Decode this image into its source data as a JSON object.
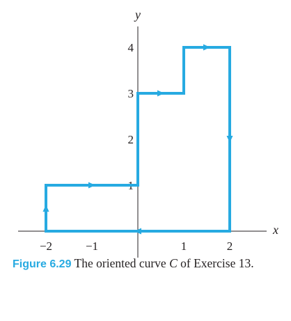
{
  "figure": {
    "axes": {
      "x_label": "x",
      "y_label": "y",
      "x_ticks": [
        {
          "value": -2,
          "label": "−2"
        },
        {
          "value": -1,
          "label": "−1"
        },
        {
          "value": 1,
          "label": "1"
        },
        {
          "value": 2,
          "label": "2"
        }
      ],
      "y_ticks": [
        {
          "value": 1,
          "label": "1"
        },
        {
          "value": 2,
          "label": "2"
        },
        {
          "value": 3,
          "label": "3"
        },
        {
          "value": 4,
          "label": "4"
        }
      ]
    },
    "curve": {
      "name": "C",
      "color": "#27aae1",
      "vertices": [
        [
          -2,
          0
        ],
        [
          -2,
          1
        ],
        [
          0,
          1
        ],
        [
          0,
          3
        ],
        [
          1,
          3
        ],
        [
          1,
          4
        ],
        [
          2,
          4
        ],
        [
          2,
          0
        ],
        [
          -2,
          0
        ]
      ],
      "arrows": [
        {
          "segment": 0
        },
        {
          "segment": 1
        },
        {
          "segment": 3
        },
        {
          "segment": 5
        },
        {
          "segment": 6
        },
        {
          "segment": 7
        }
      ]
    }
  },
  "caption": {
    "label": "Figure 6.29",
    "text_before": "The oriented curve",
    "curve_symbol": "C",
    "text_after": "of Exercise 13.",
    "label_color": "#27aae1"
  }
}
